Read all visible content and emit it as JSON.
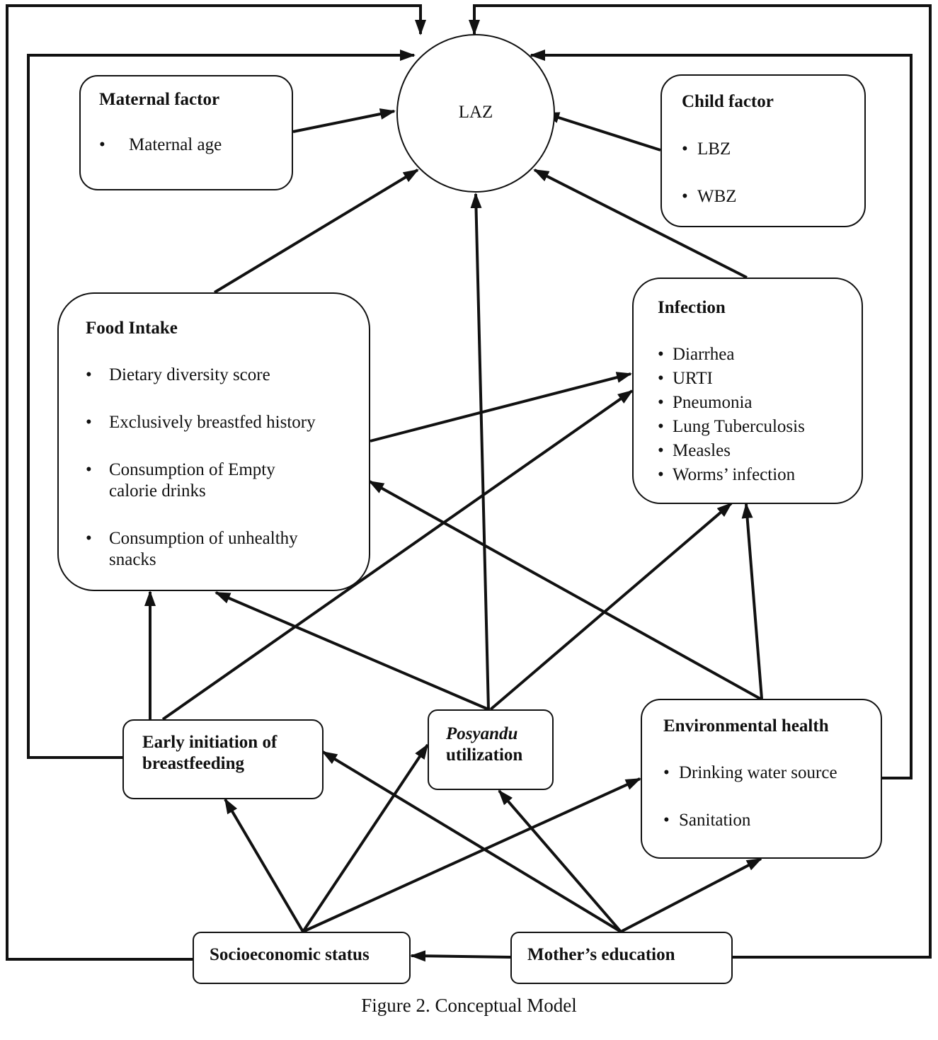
{
  "diagram": {
    "center_node": "LAZ",
    "maternal": {
      "title": "Maternal factor",
      "items": [
        "Maternal age"
      ]
    },
    "child": {
      "title": "Child factor",
      "items": [
        "LBZ",
        "WBZ"
      ]
    },
    "food": {
      "title": "Food Intake",
      "items": [
        "Dietary diversity score",
        "Exclusively breastfed history",
        "Consumption of Empty",
        "calorie drinks",
        "Consumption of unhealthy",
        "snacks"
      ]
    },
    "infection": {
      "title": "Infection",
      "items": [
        "Diarrhea",
        "URTI",
        "Pneumonia",
        "Lung Tuberculosis",
        "Measles",
        "Worms’ infection"
      ]
    },
    "early": {
      "title_line1": "Early initiation of",
      "title_line2": "breastfeeding"
    },
    "posyandu": {
      "title_italic": "Posyandu",
      "title_rest": "utilization"
    },
    "environment": {
      "title": "Environmental health",
      "items": [
        "Drinking water source",
        "Sanitation"
      ]
    },
    "ses": {
      "title": "Socioeconomic status"
    },
    "mother": {
      "title": "Mother’s education"
    },
    "caption": "Figure 2. Conceptual Model",
    "line_color": "#111111"
  }
}
